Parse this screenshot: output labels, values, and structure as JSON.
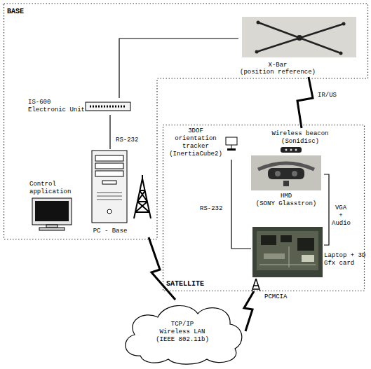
{
  "diagram": {
    "nodes": [
      {
        "text": [
          "BASE"
        ]
      },
      {
        "text": [
          "X-Bar",
          "(position reference)"
        ],
        "in": 0
      },
      {
        "text": [
          "IS-600 Electronic Unit"
        ],
        "in": 0
      },
      {
        "text": [
          "PC - Base"
        ],
        "in": 0
      },
      {
        "text": [
          "Control application"
        ],
        "in": 0
      },
      {
        "text": [
          "SATELLITE"
        ]
      },
      {
        "text": [
          "3DOF orientation tracker",
          "(InertiaCube2)"
        ],
        "in": 5
      },
      {
        "text": [
          "Wireless beacon",
          "(Sonidisc)"
        ],
        "in": 5
      },
      {
        "text": [
          "HMD",
          "(SONY Glasstron)"
        ],
        "in": 5
      },
      {
        "text": [
          "Laptop + 3D Gfx card"
        ],
        "in": 5
      },
      {
        "text": [
          "TCP/IP Wireless LAN (IEEE 802.11b)"
        ]
      }
    ],
    "edges": [
      {
        "from": 1,
        "to": 2,
        "arrow": "none"
      },
      {
        "from": 2,
        "to": 3,
        "label": "RS-232",
        "arrow": "none"
      },
      {
        "from": 1,
        "to": 7,
        "label": "IR/US",
        "arrow": "none"
      },
      {
        "from": 3,
        "to": 10,
        "arrow": "none"
      },
      {
        "from": 6,
        "to": 9,
        "label": "RS-232",
        "arrow": "none"
      },
      {
        "from": 8,
        "to": 9,
        "label": "VGA + Audio",
        "arrow": "none"
      },
      {
        "from": 9,
        "to": 10,
        "arrow": "none"
      }
    ],
    "labels": [
      "PCMCIA"
    ]
  }
}
